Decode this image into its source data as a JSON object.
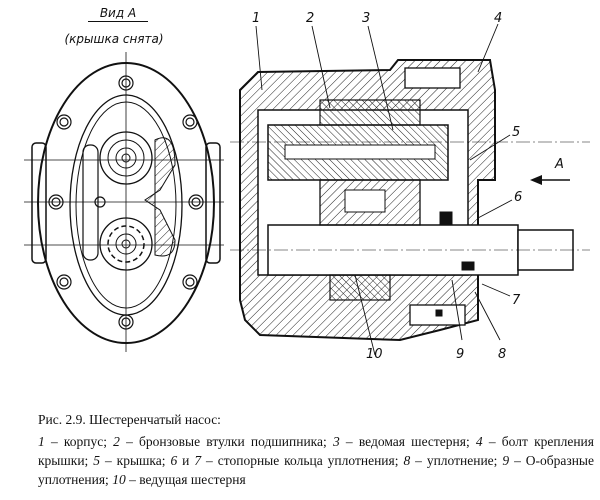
{
  "view_label": {
    "title": "Вид А",
    "subtitle": "(крышка снята)"
  },
  "callouts": [
    "1",
    "2",
    "3",
    "4",
    "5",
    "6",
    "7",
    "8",
    "9",
    "10"
  ],
  "arrow_label": "A",
  "caption": "Рис. 2.9. Шестеренчатый насос:",
  "legend": [
    {
      "num": "1",
      "text": " – корпус; "
    },
    {
      "num": "2",
      "text": " – бронзовые втулки подшипника; "
    },
    {
      "num": "3",
      "text": " – ведомая шестерня; "
    },
    {
      "num": "4",
      "text": " – болт крепления крышки; "
    },
    {
      "num": "5",
      "text": " – крышка; "
    },
    {
      "num": "6",
      "text": " и "
    },
    {
      "num": "7",
      "text": " – стопорные кольца уплотнения; "
    },
    {
      "num": "8",
      "text": " – уплотнение; "
    },
    {
      "num": "9",
      "text": " – О-образные уплотнения; "
    },
    {
      "num": "10",
      "text": " – ведущая шестерня"
    }
  ]
}
